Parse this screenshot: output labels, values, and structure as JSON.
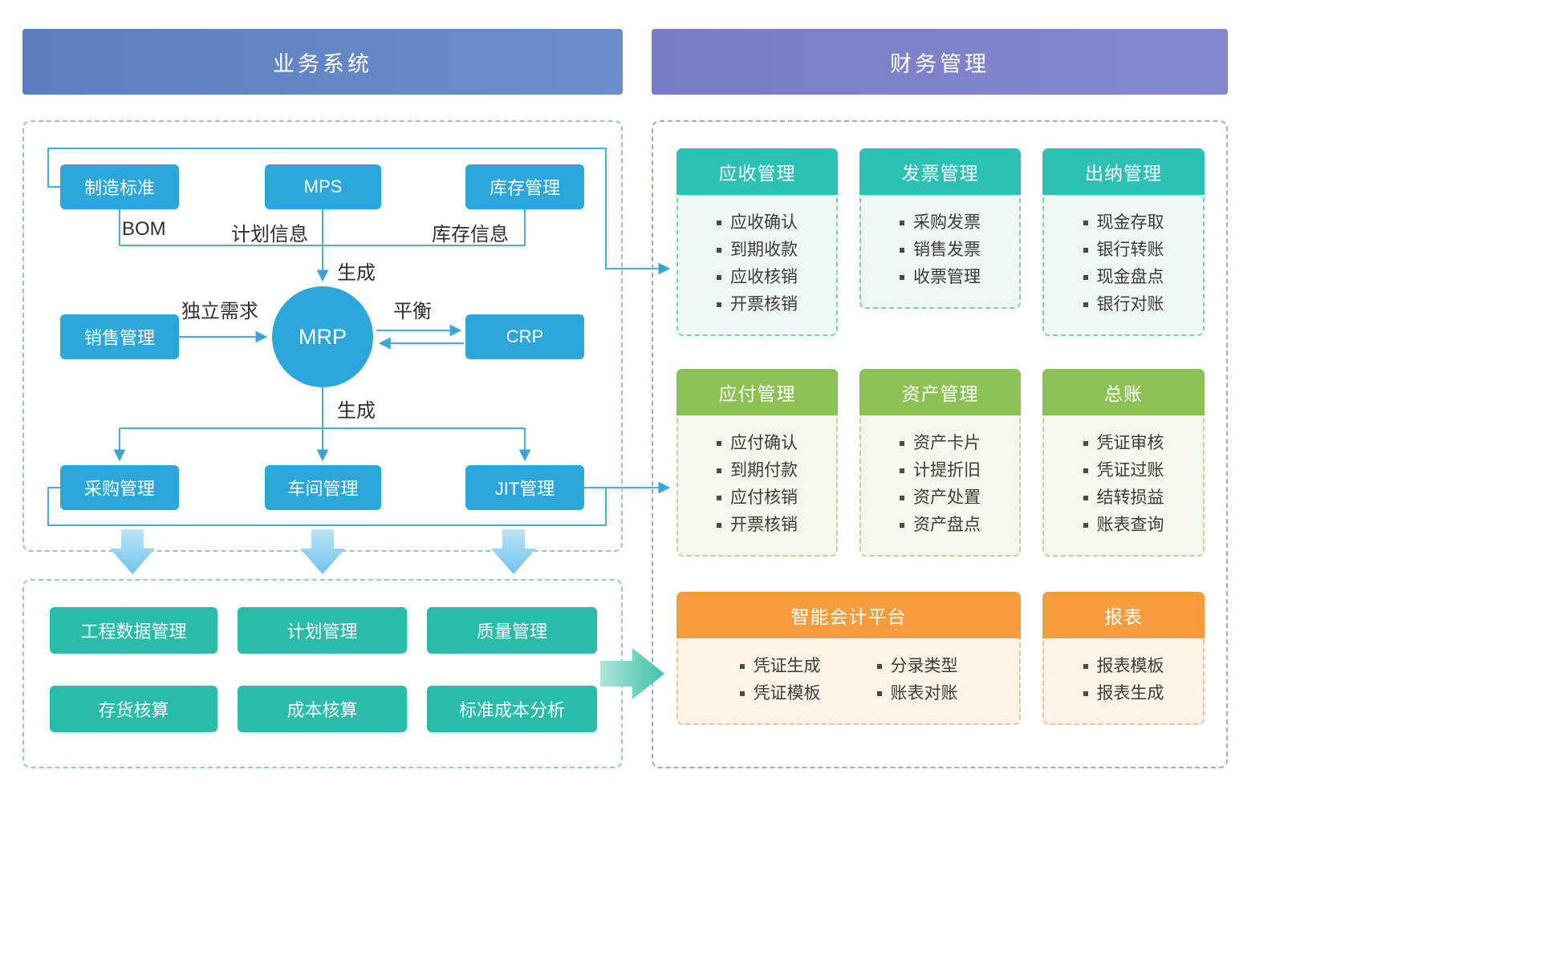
{
  "headers": {
    "business": "业务系统",
    "finance": "财务管理"
  },
  "flow": {
    "boxes": {
      "mfg_std": "制造标准",
      "mps": "MPS",
      "inventory": "库存管理",
      "sales": "销售管理",
      "mrp": "MRP",
      "crp": "CRP",
      "purchase": "采购管理",
      "workshop": "车间管理",
      "jit": "JIT管理"
    },
    "edge_labels": {
      "bom": "BOM",
      "plan_info": "计划信息",
      "inventory_info": "库存信息",
      "generate_top": "生成",
      "independent_demand": "独立需求",
      "balance": "平衡",
      "generate_bottom": "生成"
    }
  },
  "foundation": {
    "eng_data": "工程数据管理",
    "plan": "计划管理",
    "quality": "质量管理",
    "inventory_acct": "存货核算",
    "cost_acct": "成本核算",
    "std_cost": "标准成本分析"
  },
  "finance_cards": {
    "receivable": {
      "title": "应收管理",
      "items": [
        "应收确认",
        "到期收款",
        "应收核销",
        "开票核销"
      ]
    },
    "invoice": {
      "title": "发票管理",
      "items": [
        "采购发票",
        "销售发票",
        "收票管理"
      ]
    },
    "cashier": {
      "title": "出纳管理",
      "items": [
        "现金存取",
        "银行转账",
        "现金盘点",
        "银行对账"
      ]
    },
    "payable": {
      "title": "应付管理",
      "items": [
        "应付确认",
        "到期付款",
        "应付核销",
        "开票核销"
      ]
    },
    "asset": {
      "title": "资产管理",
      "items": [
        "资产卡片",
        "计提折旧",
        "资产处置",
        "资产盘点"
      ]
    },
    "ledger": {
      "title": "总账",
      "items": [
        "凭证审核",
        "凭证过账",
        "结转损益",
        "账表查询"
      ]
    },
    "smart_accounting": {
      "title": "智能会计平台",
      "col1": [
        "凭证生成",
        "凭证模板"
      ],
      "col2": [
        "分录类型",
        "账表对账"
      ]
    },
    "report": {
      "title": "报表",
      "items": [
        "报表模板",
        "报表生成"
      ]
    }
  },
  "colors": {
    "business_header": "#5E84C3",
    "finance_header": "#7D81C9",
    "flow_box_blue": "#2BA7DC",
    "foundation_teal": "#29BCA8",
    "card_teal": "#2BC1B4",
    "card_green": "#8CC153",
    "card_orange": "#F89C3E",
    "connector_blue": "#4AADDA"
  }
}
